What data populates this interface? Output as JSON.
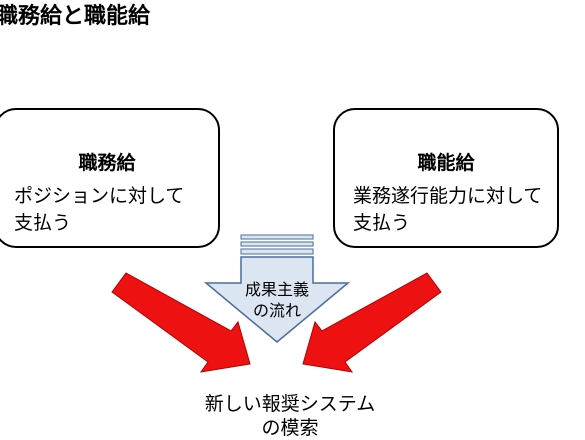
{
  "title": "職務給と職能給",
  "left_box": {
    "title": "職務給",
    "desc_line1": "ポジションに対して",
    "desc_line2": "支払う"
  },
  "right_box": {
    "title": "職能給",
    "desc_line1": "業務遂行能力に対して",
    "desc_line2": "支払う"
  },
  "center_arrow": {
    "label_line1": "成果主義",
    "label_line2": "の流れ",
    "fill_color": "#dbe6f2",
    "stroke_color": "#4a6e98"
  },
  "side_arrows": {
    "color": "#ee1111"
  },
  "result": {
    "line1": "新しい報奨システム",
    "line2": "の模索"
  }
}
